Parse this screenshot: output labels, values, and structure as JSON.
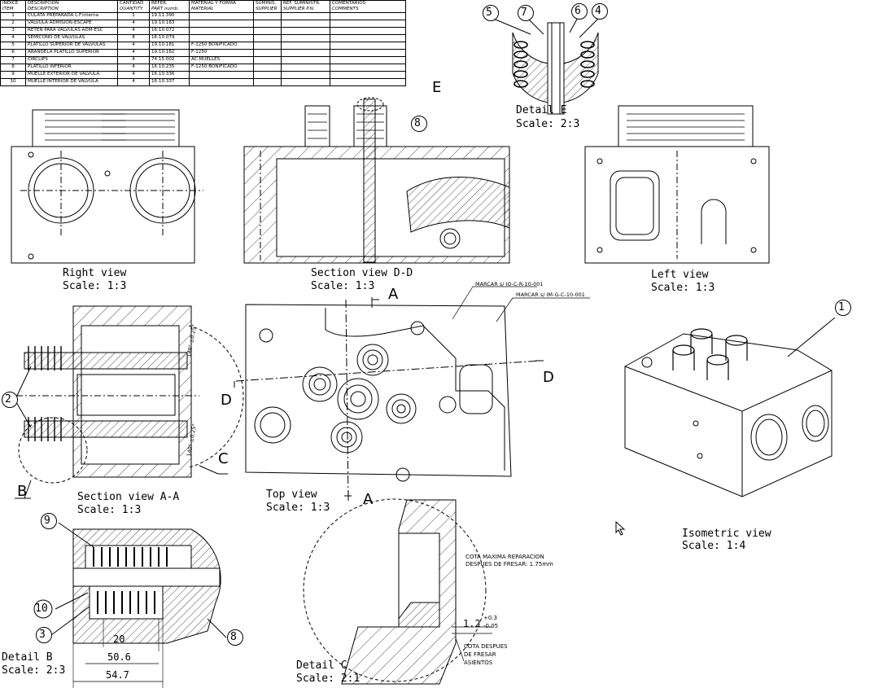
{
  "bom": {
    "headers": [
      {
        "es": "INDICE",
        "en": "ITEM"
      },
      {
        "es": "DESCRIPCION",
        "en": "DESCRIPTION"
      },
      {
        "es": "CANTIDAD",
        "en": "QUANTITY"
      },
      {
        "es": "REFER.",
        "en": "PART numb."
      },
      {
        "es": "MATERIAL Y FORMA",
        "en": "MATERIAL"
      },
      {
        "es": "SUMINIS.",
        "en": "SUPPLIER"
      },
      {
        "es": "REF. SUMINISTR.",
        "en": "SUPPLIER P.N."
      },
      {
        "es": "COMENTARIOS",
        "en": "COMMENTS"
      }
    ],
    "rows": [
      {
        "item": "1",
        "desc": "CULATA PREPARADA L.F.interna",
        "qty": "1",
        "ref": "19.11.390",
        "mat": ""
      },
      {
        "item": "2",
        "desc": "VÁLVULA ADMISIÓN-ESCAPE",
        "qty": "4",
        "ref": "19.10.183",
        "mat": ""
      },
      {
        "item": "3",
        "desc": "RETEN PARA VÁLVULAS ADM-ESC",
        "qty": "4",
        "ref": "16.10.072",
        "mat": ""
      },
      {
        "item": "4",
        "desc": "SEMICONO DE VÁLVULAS",
        "qty": "8",
        "ref": "16.10.079",
        "mat": ""
      },
      {
        "item": "5",
        "desc": "PLATILLO SUPERIOR DE VÁLVULAS",
        "qty": "4",
        "ref": "19.10.181",
        "mat": "F-1250 BONIFICADO"
      },
      {
        "item": "6",
        "desc": "ARANDELA PLATILLO SUPERIOR",
        "qty": "4",
        "ref": "19.10.182",
        "mat": "F-1250"
      },
      {
        "item": "7",
        "desc": "CIRCLIPS",
        "qty": "4",
        "ref": "74.15.002",
        "mat": "AC.MUELLES"
      },
      {
        "item": "8",
        "desc": "PLATILLO INFERIOR",
        "qty": "4",
        "ref": "16.10.235",
        "mat": "F-1250 BONIFICADO"
      },
      {
        "item": "9",
        "desc": "MUELLE EXTERIOR DE VÁLVULA",
        "qty": "4",
        "ref": "16.10.336",
        "mat": ""
      },
      {
        "item": "10",
        "desc": "MUELLE INTERIOR DE VÁLVULA",
        "qty": "4",
        "ref": "16.10.337",
        "mat": ""
      }
    ]
  },
  "views": {
    "right": {
      "name": "Right view",
      "scale": "Scale:  1:3"
    },
    "section_dd": {
      "name": "Section view D-D",
      "scale": "Scale:  1:3"
    },
    "left": {
      "name": "Left view",
      "scale": "Scale:  1:3"
    },
    "section_aa": {
      "name": "Section view A-A",
      "scale": "Scale:  1:3"
    },
    "top": {
      "name": "Top view",
      "scale": "Scale:  1:3"
    },
    "iso": {
      "name": "Isometric view",
      "scale": "Scale:  1:4"
    },
    "detail_e": {
      "name": "Detail E",
      "scale": "Scale:  2:3"
    },
    "detail_b": {
      "name": "Detail B",
      "scale": "Scale:  2:3"
    },
    "detail_c": {
      "name": "Detail C",
      "scale": "Scale:  2:1"
    }
  },
  "section_letters": {
    "a": "A",
    "b": "B",
    "c": "C",
    "d": "D",
    "e": "E"
  },
  "balloons": {
    "b1": "1",
    "b2": "2",
    "b3": "3",
    "b4": "4",
    "b5": "5",
    "b6": "6",
    "b7": "7",
    "b8": "8",
    "b9": "9",
    "b10": "10"
  },
  "notes": {
    "marcar1": "MARCAR s/ IO-C-R-10-001",
    "marcar2": "MARCAR s/ IM-G-C-10-001",
    "cota_max_1": "COTA MAXIMA REPARACION",
    "cota_max_2": "DESPUES DE FRESAR: 1.75mm",
    "cota_despues_1": "COTA DESPUES",
    "cota_despues_2": "DE FRESAR",
    "cota_despues_3": "ASIENTOS"
  },
  "dimensions": {
    "d20": "20",
    "d50_6": "50.6",
    "d54_7": "54.7",
    "d1_2": "1.2",
    "tol_up": "+0.3",
    "tol_down": "-0.05",
    "angle1": "140° ±0.25°",
    "angle2": "140° ±0.25°"
  }
}
